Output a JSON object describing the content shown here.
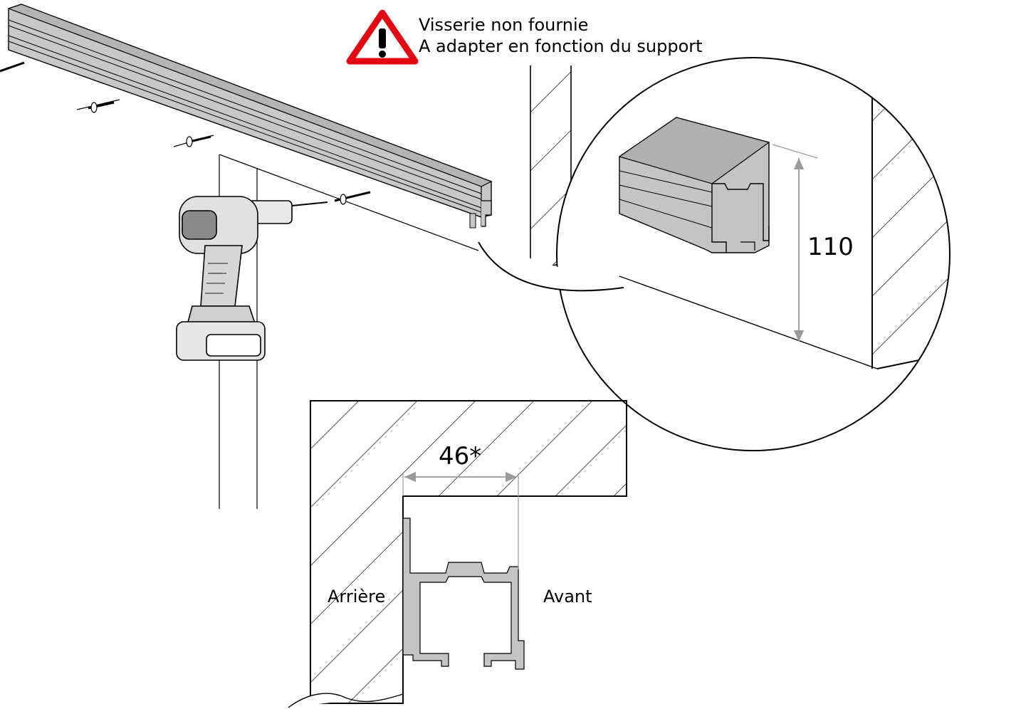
{
  "warning": {
    "icon": "warning-triangle-icon",
    "line1": "Visserie non fournie",
    "line2": "A adapter en fonction du support",
    "color": "#e30613"
  },
  "dimensions": {
    "rail_height": "110",
    "profile_width": "46*"
  },
  "labels": {
    "rear": "Arrière",
    "front": "Avant"
  },
  "colors": {
    "profile_fill": "#c4c4c4",
    "dimension_line": "#9a9a9a"
  }
}
